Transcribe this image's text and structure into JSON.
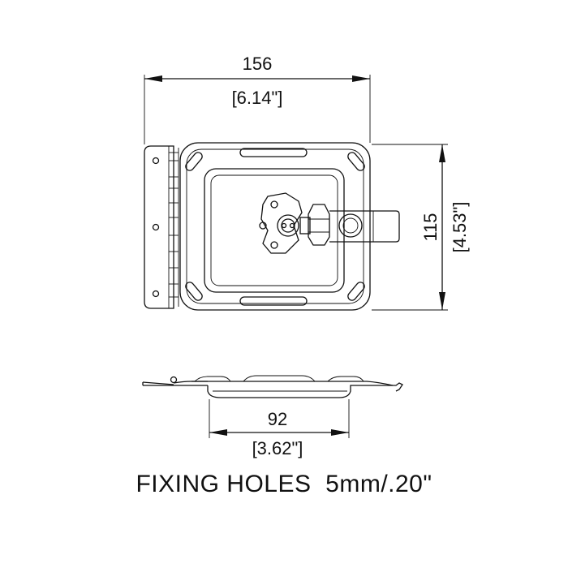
{
  "dimensions": {
    "width_mm": "156",
    "width_in": "[6.14\"]",
    "height_mm": "115",
    "height_in": "[4.53\"]",
    "bottom_mm": "92",
    "bottom_in": "[3.62\"]"
  },
  "note": "FIXING HOLES  5mm/.20\""
}
